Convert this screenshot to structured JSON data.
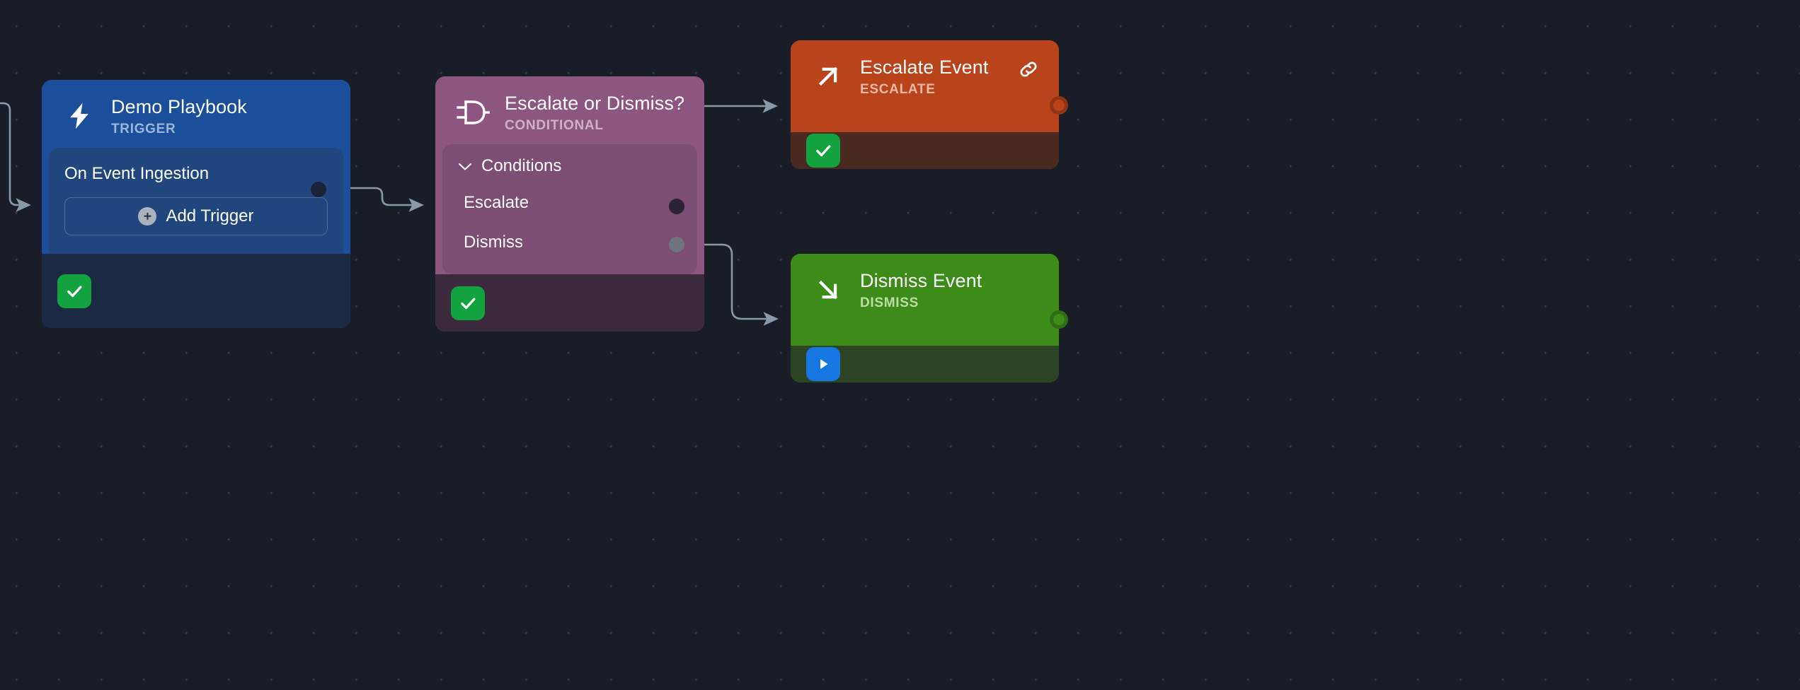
{
  "canvas": {
    "background_color": "#191d27",
    "grid_dot_color": "#3b4050"
  },
  "nodes": [
    {
      "id": "trigger",
      "title": "Demo Playbook",
      "subtitle": "TRIGGER",
      "icon": "lightning-bolt-icon",
      "accent_color": "#1b4f9b",
      "footer_color": "#1b2a42",
      "status_badge": "check-icon",
      "rows": [
        {
          "label": "On Event Ingestion",
          "handle": "source-handle"
        }
      ],
      "add_button": {
        "label": "Add Trigger",
        "icon": "plus-circle-icon"
      }
    },
    {
      "id": "conditional",
      "title": "Escalate or Dismiss?",
      "subtitle": "CONDITIONAL",
      "icon": "logic-gate-icon",
      "accent_color": "#8c5680",
      "footer_color": "#3b2a3c",
      "status_badge": "check-icon",
      "section": {
        "label": "Conditions",
        "chevron": "chevron-down-icon",
        "expanded": true
      },
      "branches": [
        {
          "label": "Escalate",
          "handle_state": "connected",
          "handle_color": "#2d2135"
        },
        {
          "label": "Dismiss",
          "handle_state": "idle",
          "handle_color": "#6f7480"
        }
      ]
    },
    {
      "id": "escalate-event",
      "title": "Escalate Event",
      "subtitle": "ESCALATE",
      "icon": "arrow-up-right-icon",
      "corner_icon": "link-chain-icon",
      "accent_color": "#b9431b",
      "footer_color": "#4a2a20",
      "status_badge": "check-icon",
      "output_handle_color": "#b9431b"
    },
    {
      "id": "dismiss-event",
      "title": "Dismiss Event",
      "subtitle": "DISMISS",
      "icon": "arrow-down-right-icon",
      "accent_color": "#3d8c19",
      "footer_color": "#2c4423",
      "status_badge": "play-icon",
      "output_handle_color": "#3d8c19"
    }
  ],
  "edges": [
    {
      "id": "incoming-to-trigger",
      "from": "offscreen-left",
      "to": "trigger",
      "color": "#8b98a8"
    },
    {
      "id": "trigger-to-conditional",
      "from": "trigger",
      "to": "conditional",
      "color": "#8b98a8"
    },
    {
      "id": "escalate-branch",
      "from": "conditional.escalate",
      "to": "escalate-event",
      "color": "#8b98a8"
    },
    {
      "id": "dismiss-branch",
      "from": "conditional.dismiss",
      "to": "dismiss-event",
      "color": "#8b98a8"
    }
  ]
}
